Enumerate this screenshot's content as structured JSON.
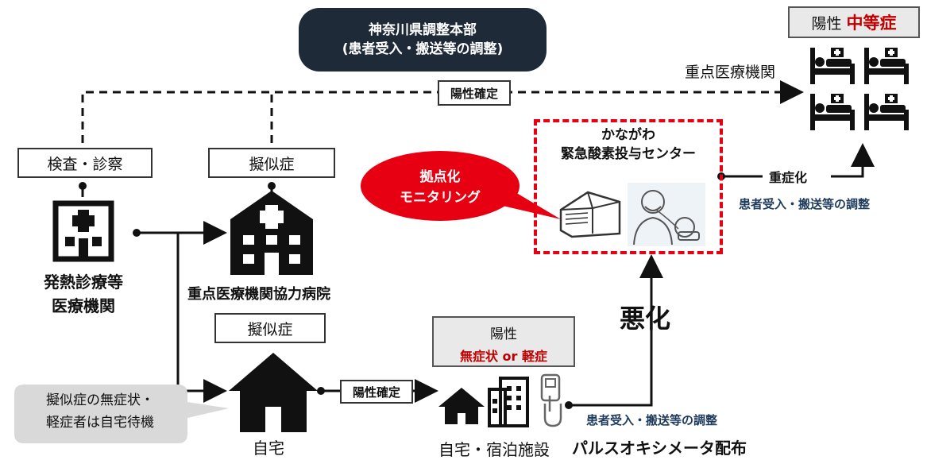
{
  "hq": {
    "line1": "神奈川県調整本部",
    "line2": "(患者受入・搬送等の調整)"
  },
  "label_positive_confirmed_top": "陽性確定",
  "label_positive_confirmed_bottom": "陽性確定",
  "box_exam": "検査・診察",
  "box_suspected_top": "擬似症",
  "box_suspected_mid": "擬似症",
  "clinic_label": {
    "line1": "発熱診療等",
    "line2": "医療機関"
  },
  "cooperating_hospital_label": "重点医療機関協力病院",
  "home_label": "自宅",
  "home_lodging_label": "自宅・宿泊施設",
  "pulse_oximeter_label": "パルスオキシメータ配布",
  "callout_text": {
    "line1": "擬似症の無症状・",
    "line2": "軽症者は自宅待機"
  },
  "positive_mild_box": {
    "line1": "陽性",
    "line2": "無症状 or 軽症"
  },
  "worsen_label": "悪化",
  "coordination_bottom": "患者受入・搬送等の調整",
  "coordination_right": "患者受入・搬送等の調整",
  "kanagawa_center": {
    "line1": "かながわ",
    "line2": "緊急酸素投与センター"
  },
  "red_bubble": {
    "line1": "拠点化",
    "line2": "モニタリング"
  },
  "severe_label": "重症化",
  "moderate_box": {
    "prefix": "陽性 ",
    "emphasis": "中等症"
  },
  "priority_hospital_label": "重点医療機関",
  "colors": {
    "navy": "#1f2a38",
    "red": "#c00000",
    "darkblue": "#1f3b5c",
    "bubble_red": "#e60012"
  }
}
